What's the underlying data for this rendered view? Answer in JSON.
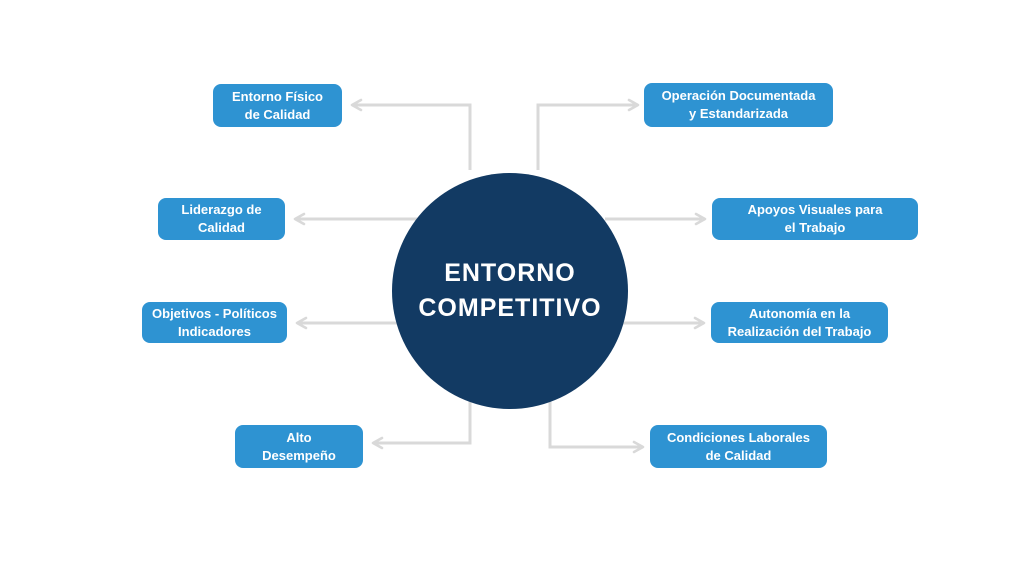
{
  "diagram": {
    "title": "ENTORNO\nCOMPETITIVO",
    "nodes": [
      {
        "label": "Entorno Físico\nde Calidad"
      },
      {
        "label": "Operación Documentada\ny Estandarizada"
      },
      {
        "label": "Liderazgo de\nCalidad"
      },
      {
        "label": "Apoyos Visuales para\nel Trabajo"
      },
      {
        "label": "Objetivos - Políticos\nIndicadores"
      },
      {
        "label": "Autonomía en la\nRealización del Trabajo"
      },
      {
        "label": "Alto\nDesempeño"
      },
      {
        "label": "Condiciones Laborales\nde Calidad"
      }
    ],
    "colors": {
      "node_bg": "#2E93D2",
      "center_bg": "#123A63",
      "connector": "#D9D9D9",
      "label_text": "#FFFFFF"
    }
  }
}
